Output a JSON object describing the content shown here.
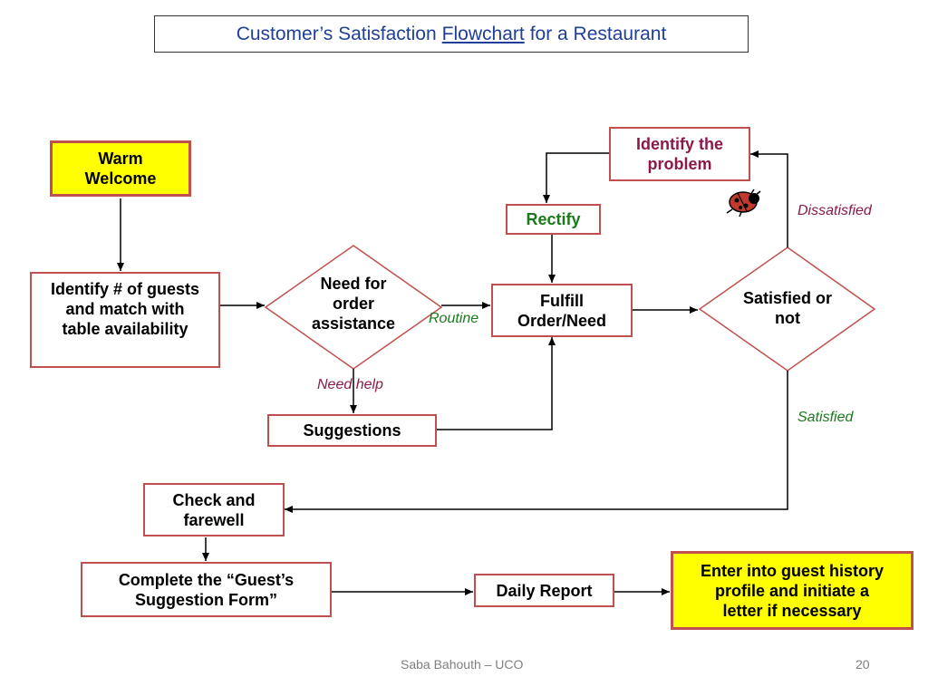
{
  "title": {
    "prefix": "Customer’s Satisfaction",
    "underlined": "Flowchart",
    "suffix": "for a Restaurant"
  },
  "nodes": {
    "warm_welcome": "Warm\nWelcome",
    "identify_guests": "Identify # of guests\nand match with\ntable availability",
    "need_assistance": "Need for\norder\nassistance",
    "fulfill_order": "Fulfill\nOrder/Need",
    "satisfied_or_not": "Satisfied or\nnot",
    "identify_problem": "Identify the\nproblem",
    "rectify": "Rectify",
    "suggestions": "Suggestions",
    "check_farewell": "Check and\nfarewell",
    "suggestion_form": "Complete the “Guest’s\nSuggestion Form”",
    "daily_report": "Daily Report",
    "guest_history": "Enter into guest history\nprofile and initiate a\nletter if necessary"
  },
  "edge_labels": {
    "routine": "Routine",
    "need_help": "Need help",
    "dissatisfied": "Dissatisfied",
    "satisfied": "Satisfied"
  },
  "colors": {
    "title": "#1f3f99",
    "box_border": "#c0504d",
    "highlight_fill": "#ffff00",
    "problem_text": "#8b1a4a",
    "rectify_text": "#1b7a1b",
    "routine_label": "#1b7a1b",
    "need_help_label": "#8b1a4a",
    "dissatisfied_label": "#8b1a4a",
    "satisfied_label": "#1b7a1b"
  },
  "decoration": {
    "icon": "ladybug-icon"
  },
  "footer": {
    "author": "Saba Bahouth – UCO",
    "page_number": "20"
  }
}
